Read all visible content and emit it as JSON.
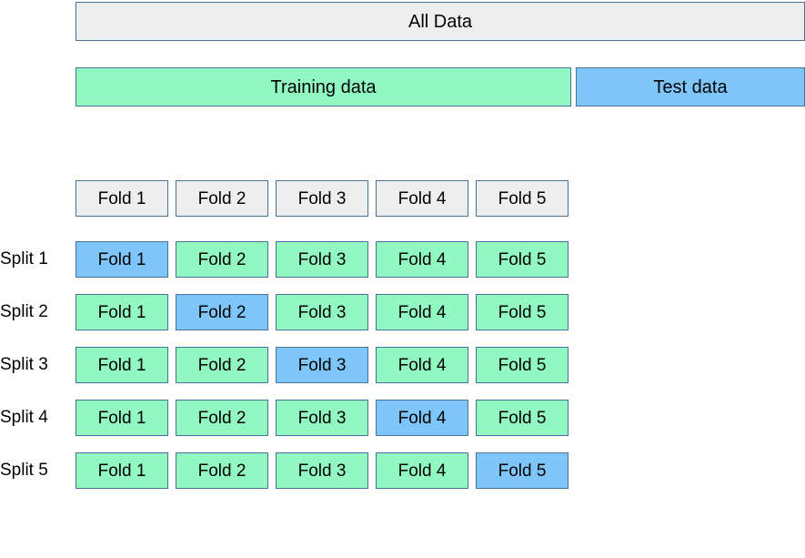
{
  "diagram": {
    "title_bar": {
      "label": "All Data"
    },
    "partition": {
      "training": {
        "label": "Training data",
        "color": "#90f8c0"
      },
      "test": {
        "label": "Test data",
        "color": "#7ec5fa"
      }
    },
    "fold_header": {
      "folds": [
        "Fold 1",
        "Fold 2",
        "Fold 3",
        "Fold 4",
        "Fold 5"
      ]
    },
    "colors": {
      "all_data_fill": "#eeeeee",
      "fold_header_fill": "#eeeeee",
      "train_fold_fill": "#90f8c0",
      "validation_fold_fill": "#7ec5fa",
      "border": "#46729b"
    },
    "splits": [
      {
        "label": "Split 1",
        "folds": [
          {
            "label": "Fold 1",
            "role": "validation"
          },
          {
            "label": "Fold 2",
            "role": "train"
          },
          {
            "label": "Fold 3",
            "role": "train"
          },
          {
            "label": "Fold 4",
            "role": "train"
          },
          {
            "label": "Fold 5",
            "role": "train"
          }
        ]
      },
      {
        "label": "Split 2",
        "folds": [
          {
            "label": "Fold 1",
            "role": "train"
          },
          {
            "label": "Fold 2",
            "role": "validation"
          },
          {
            "label": "Fold 3",
            "role": "train"
          },
          {
            "label": "Fold 4",
            "role": "train"
          },
          {
            "label": "Fold 5",
            "role": "train"
          }
        ]
      },
      {
        "label": "Split 3",
        "folds": [
          {
            "label": "Fold 1",
            "role": "train"
          },
          {
            "label": "Fold 2",
            "role": "train"
          },
          {
            "label": "Fold 3",
            "role": "validation"
          },
          {
            "label": "Fold 4",
            "role": "train"
          },
          {
            "label": "Fold 5",
            "role": "train"
          }
        ]
      },
      {
        "label": "Split 4",
        "folds": [
          {
            "label": "Fold 1",
            "role": "train"
          },
          {
            "label": "Fold 2",
            "role": "train"
          },
          {
            "label": "Fold 3",
            "role": "train"
          },
          {
            "label": "Fold 4",
            "role": "validation"
          },
          {
            "label": "Fold 5",
            "role": "train"
          }
        ]
      },
      {
        "label": "Split 5",
        "folds": [
          {
            "label": "Fold 1",
            "role": "train"
          },
          {
            "label": "Fold 2",
            "role": "train"
          },
          {
            "label": "Fold 3",
            "role": "train"
          },
          {
            "label": "Fold 4",
            "role": "train"
          },
          {
            "label": "Fold 5",
            "role": "validation"
          }
        ]
      }
    ]
  }
}
